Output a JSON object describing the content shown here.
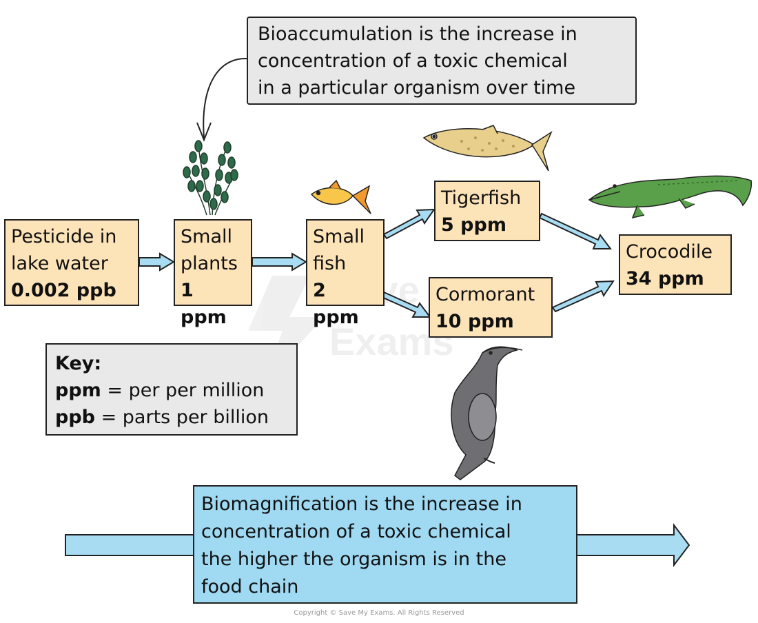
{
  "callout": {
    "lines": [
      "Bioaccumulation is the increase in",
      "concentration of a toxic chemical",
      "in a particular organism over time"
    ]
  },
  "nodes": {
    "water": {
      "name": "Pesticide in\nlake water",
      "value": "0.002 ppb"
    },
    "plants": {
      "name": "Small\nplants",
      "value": "1 ppm"
    },
    "fish": {
      "name": "Small\nfish",
      "value": "2 ppm"
    },
    "tigerfish": {
      "name": "Tigerfish",
      "value": "5 ppm"
    },
    "cormorant": {
      "name": "Cormorant",
      "value": "10 ppm"
    },
    "crocodile": {
      "name": "Crocodile",
      "value": "34 ppm"
    }
  },
  "key": {
    "title": "Key:",
    "items": [
      {
        "term": "ppm",
        "definition": "= per per million"
      },
      {
        "term": "ppb",
        "definition": "= parts per billion"
      }
    ]
  },
  "biomagnification": {
    "lines": [
      "Biomagnification is the increase in",
      "concentration of a toxic chemical",
      "the higher the organism is in the",
      "food chain"
    ]
  },
  "watermark": {
    "line1": "Save My",
    "line2": "Exams"
  },
  "copyright": "Copyright © Save My Exams. All Rights Reserved",
  "colors": {
    "node_fill": "#fde3b8",
    "arrow_fill": "#a8dcf3",
    "callout_fill": "#e8e8e8",
    "bottom_fill": "#9fd9f2"
  }
}
